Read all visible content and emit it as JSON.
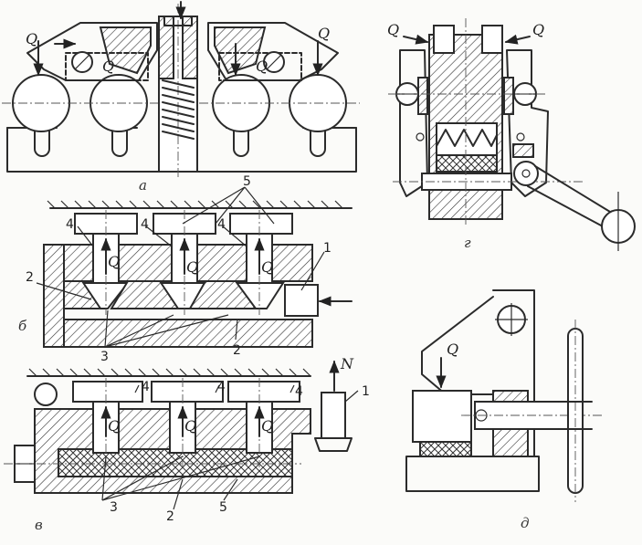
{
  "labels": {
    "force": "Q",
    "force_n": "N",
    "n1": "1",
    "n2": "2",
    "n3": "3",
    "n4": "4",
    "n5": "5"
  },
  "captions": {
    "a": "а",
    "b": "б",
    "v": "в",
    "g": "г",
    "d": "д"
  }
}
